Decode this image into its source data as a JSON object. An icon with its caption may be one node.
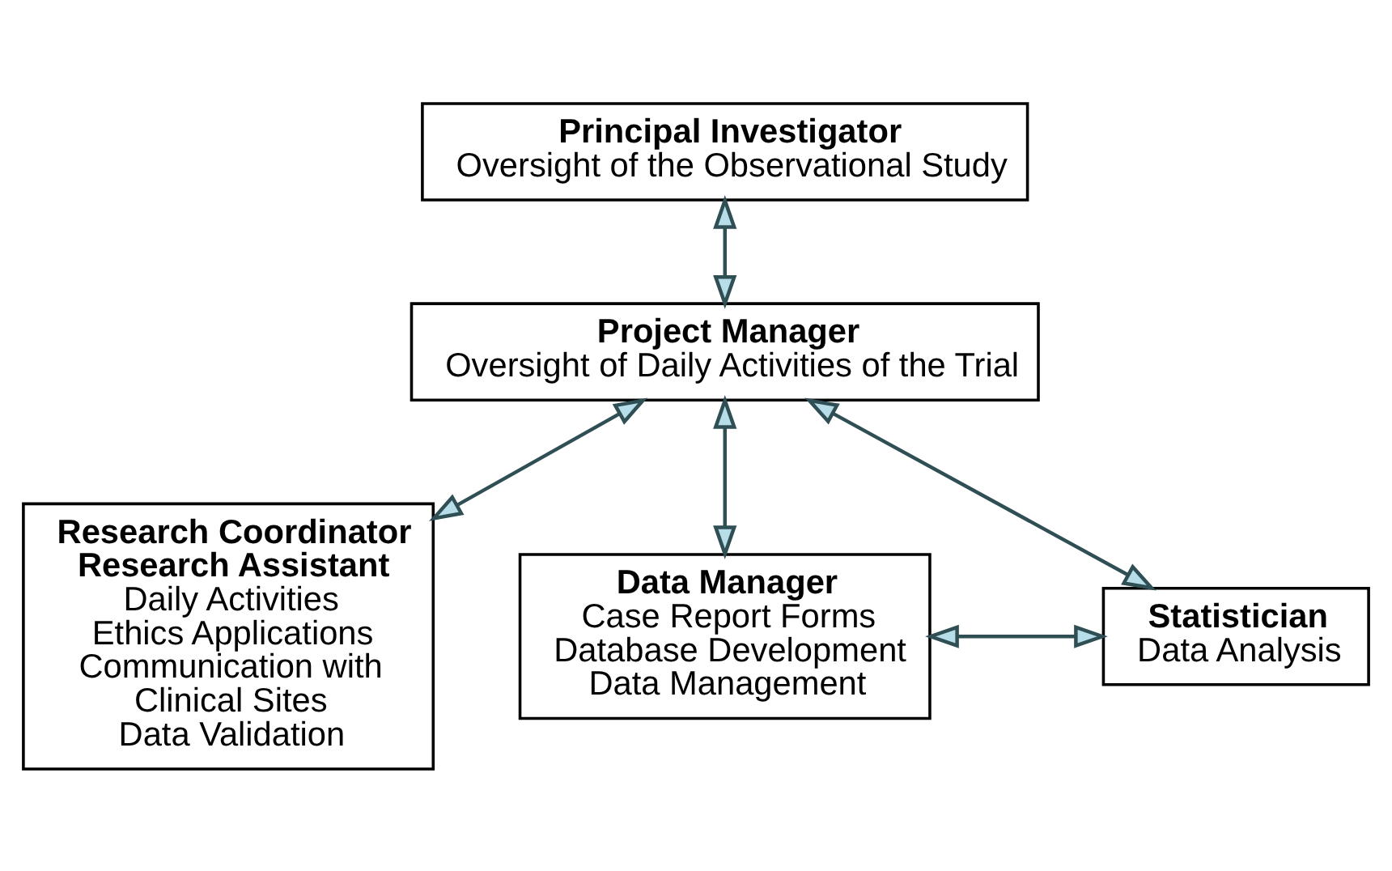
{
  "diagram": {
    "nodes": [
      {
        "text": [
          "Principal Investigator",
          "Oversight of the Observational Study"
        ]
      },
      {
        "text": [
          "Project Manager",
          "Oversight of Daily Activities of the Trial"
        ]
      },
      {
        "text": [
          "Research Coordinator",
          "Research Assistant",
          "Daily Activities",
          "Ethics Applications",
          "Communication with Clinical Sites",
          "Data Validation"
        ]
      },
      {
        "text": [
          "Data Manager",
          "Case Report Forms",
          "Database Development",
          "Data Management"
        ]
      },
      {
        "text": [
          "Statistician",
          "Data Analysis"
        ]
      }
    ],
    "edges": [
      {
        "from": 0,
        "to": 1,
        "arrow": "both"
      },
      {
        "from": 1,
        "to": 2,
        "arrow": "both"
      },
      {
        "from": 1,
        "to": 3,
        "arrow": "both"
      },
      {
        "from": 1,
        "to": 4,
        "arrow": "both"
      },
      {
        "from": 3,
        "to": 4,
        "arrow": "both"
      }
    ]
  }
}
